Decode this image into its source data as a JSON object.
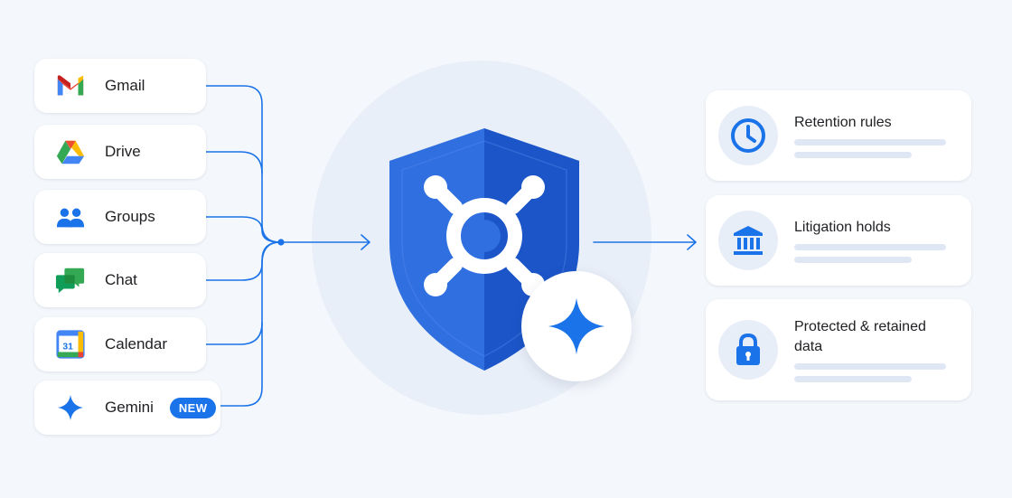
{
  "sources": [
    {
      "label": "Gmail",
      "icon": "gmail-icon"
    },
    {
      "label": "Drive",
      "icon": "drive-icon"
    },
    {
      "label": "Groups",
      "icon": "groups-icon"
    },
    {
      "label": "Chat",
      "icon": "chat-icon"
    },
    {
      "label": "Calendar",
      "icon": "calendar-icon",
      "icon_text": "31"
    },
    {
      "label": "Gemini",
      "icon": "gemini-icon",
      "badge": "NEW"
    }
  ],
  "center": {
    "icon": "shield-vault-icon",
    "overlay_icon": "gemini-sparkle-icon"
  },
  "outputs": [
    {
      "title": "Retention rules",
      "icon": "clock-icon"
    },
    {
      "title": "Litigation holds",
      "icon": "courthouse-icon"
    },
    {
      "title": "Protected & retained data",
      "icon": "lock-icon"
    }
  ],
  "colors": {
    "accent": "#1a73e8",
    "shield_light": "#2f6fe0",
    "shield_dark": "#1c55c8",
    "background": "#f4f7fb",
    "placeholder_bar": "#dfe7f5"
  }
}
